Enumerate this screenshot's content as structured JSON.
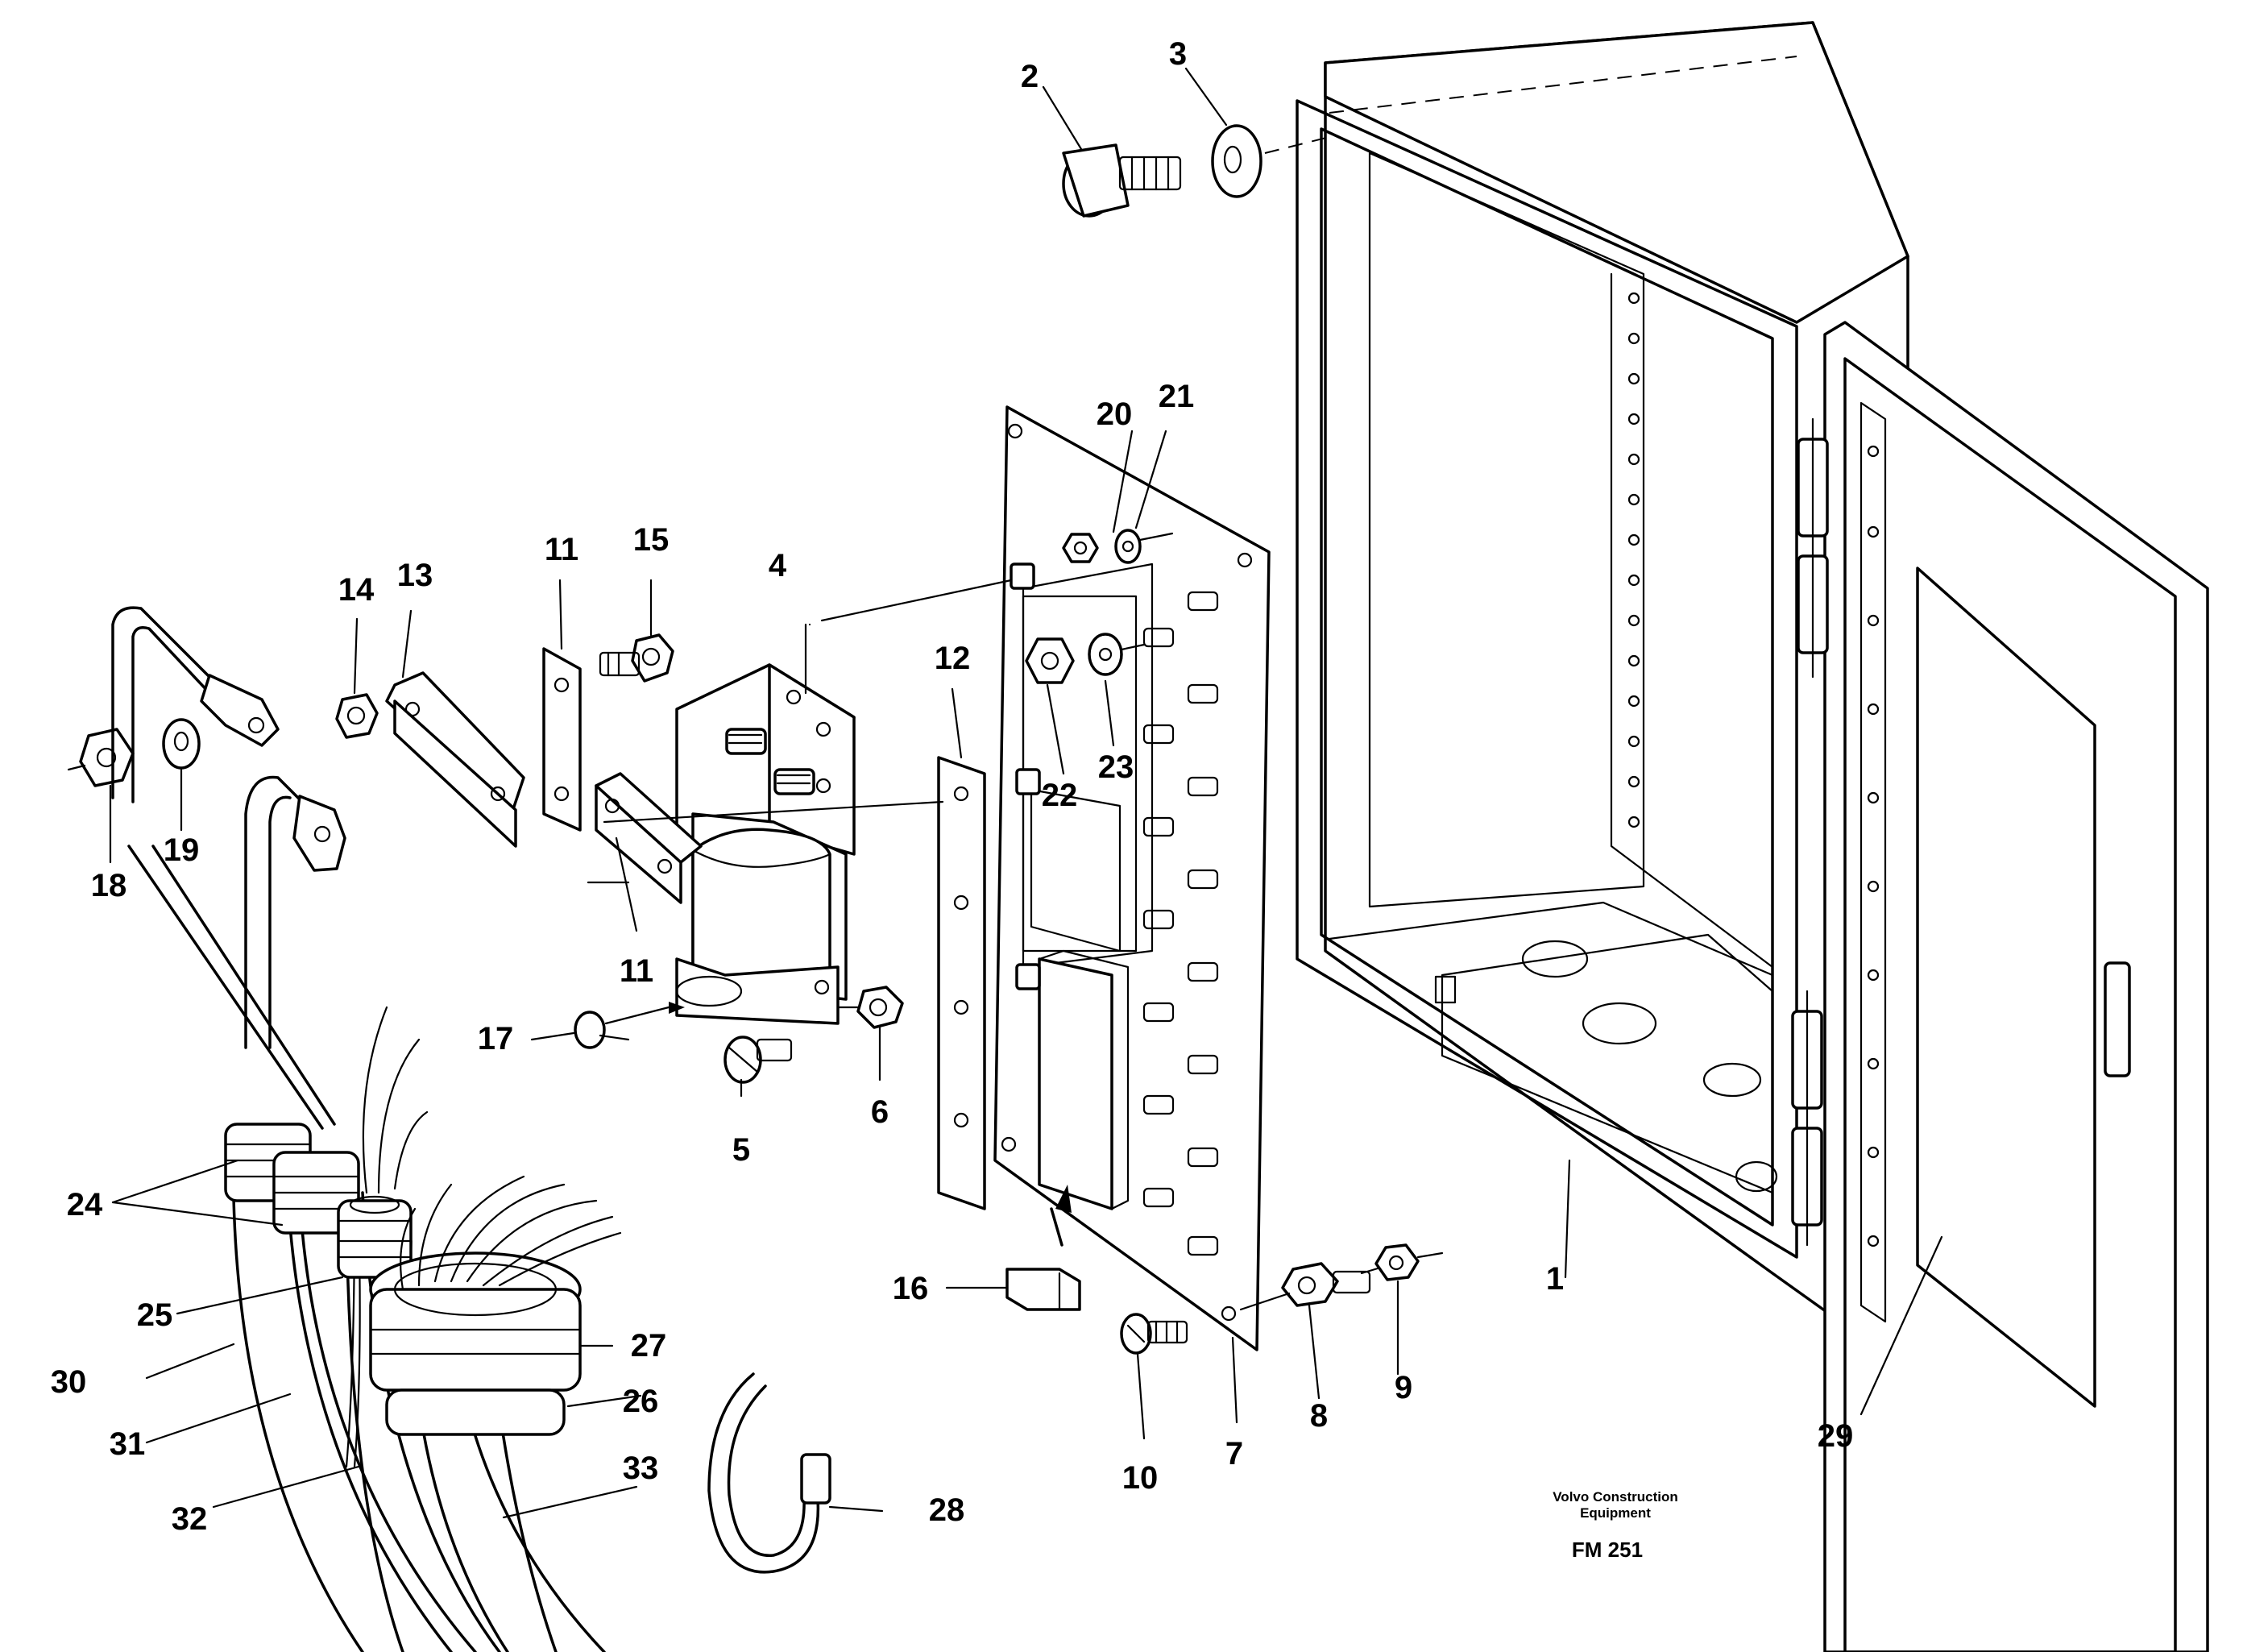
{
  "callouts": [
    "1",
    "2",
    "3",
    "4",
    "5",
    "6",
    "7",
    "8",
    "9",
    "10",
    "11",
    "11",
    "12",
    "13",
    "14",
    "15",
    "16",
    "17",
    "18",
    "19",
    "20",
    "21",
    "22",
    "23",
    "24",
    "25",
    "26",
    "27",
    "28",
    "29",
    "30",
    "31",
    "32",
    "33"
  ],
  "caption": {
    "manufacturer_line1": "Volvo Construction",
    "manufacturer_line2": "Equipment",
    "figure_code": "FM 251"
  }
}
